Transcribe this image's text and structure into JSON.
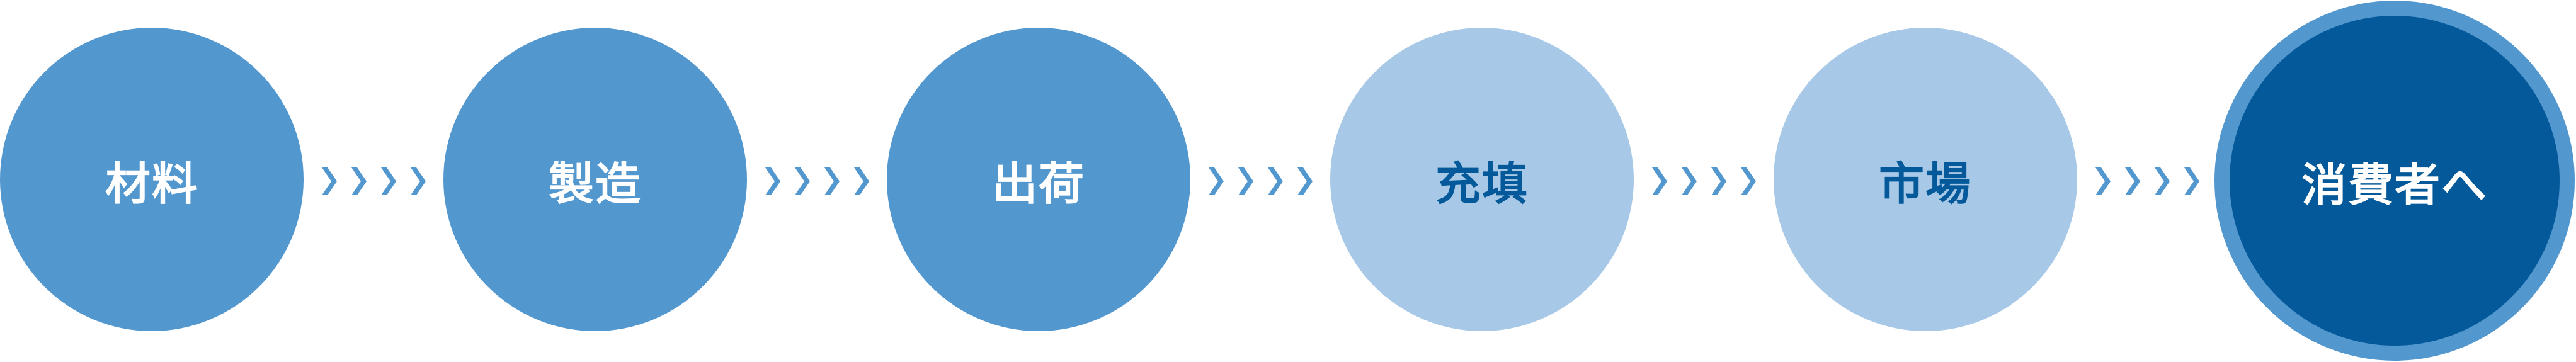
{
  "colors": {
    "medium": "#5397cf",
    "light": "#a7c8e6",
    "dark": "#035999",
    "ring": "#5397cf",
    "text_on_medium": "#ffffff",
    "text_on_light": "#035999",
    "chevron": "#5397cf"
  },
  "steps": [
    {
      "label": "材料",
      "style": "medium"
    },
    {
      "label": "製造",
      "style": "medium"
    },
    {
      "label": "出荷",
      "style": "medium"
    },
    {
      "label": "充填",
      "style": "light"
    },
    {
      "label": "市場",
      "style": "light"
    },
    {
      "label": "消費者へ",
      "style": "final"
    }
  ],
  "connector_icon": "chevron-right-icon",
  "chevrons_per_connector": 4
}
